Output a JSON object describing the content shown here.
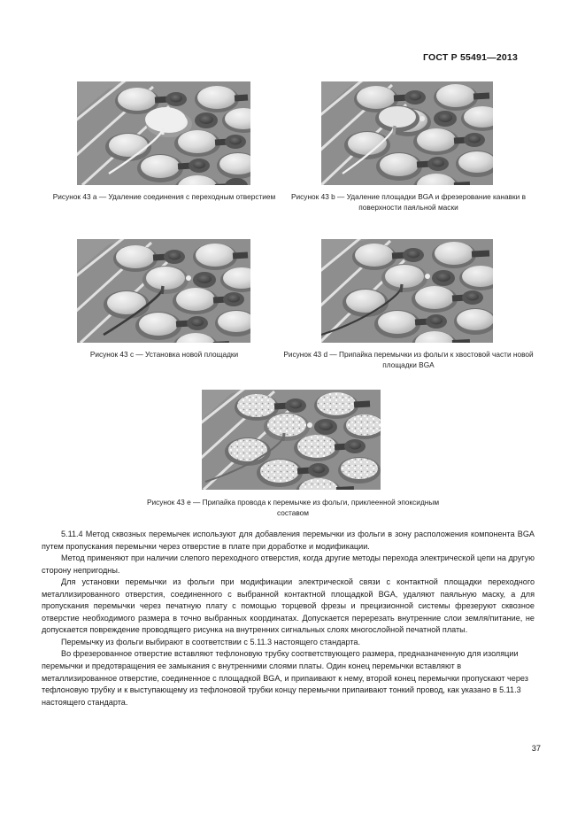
{
  "document": {
    "standard_header": "ГОСТ Р 55491—2013",
    "page_number": "37"
  },
  "figures": [
    {
      "id": "a",
      "name": "figure-43a",
      "caption": "Рисунок 43 a — Удаление соединения с переходным отверстием",
      "alt": "bga-board-photo-a"
    },
    {
      "id": "b",
      "name": "figure-43b",
      "caption": "Рисунок 43 b — Удаление площадки BGA и фрезерование канавки в поверхности паяльной маски",
      "alt": "bga-board-photo-b"
    },
    {
      "id": "c",
      "name": "figure-43c",
      "caption": "Рисунок 43 c — Установка новой площадки",
      "alt": "bga-board-photo-c"
    },
    {
      "id": "d",
      "name": "figure-43d",
      "caption": "Рисунок 43 d — Припайка перемычки из фольги к хвостовой части новой площадки BGA",
      "alt": "bga-board-photo-d"
    },
    {
      "id": "e",
      "name": "figure-43e",
      "caption": "Рисунок 43 e — Припайка провода к перемычке из фольги, приклеенной  эпоксидным составом",
      "alt": "bga-board-photo-e"
    }
  ],
  "body": {
    "paragraphs": [
      "5.11.4 Метод сквозных перемычек используют для добавления перемычки из фольги в зону расположения компонента BGA путем пропускания перемычки через отверстие в плате при доработке и модификации.",
      "Метод применяют при наличии слепого переходного отверстия, когда другие методы перехода электрической цепи на другую сторону непригодны.",
      "Для установки перемычки из фольги при модификации электрической связи с контактной площадки переходного металлизированного отверстия, соединенного с выбранной контактной площадкой BGA, удаляют паяльную маску, а для пропускания перемычки через печатную плату с помощью торцевой фрезы и прецизионной системы фрезеруют сквозное отверстие необходимого размера в точно выбранных координатах. Допускается перерезать внутренние слои земля/питание, не допускается повреждение проводящего рисунка на внутренних сигнальных слоях многослойной печатной платы.",
      "Перемычку из фольги выбирают в соответствии с 5.11.3 настоящего стандарта.",
      "Во фрезерованное отверстие вставляют тефлоновую трубку соответствующего размера, предназначенную для изоляции перемычки и предотвращения ее замыкания с внутренними слоями платы. Один конец перемычки вставляют в металлизированное отверстие, соединенное с площадкой BGA, и припаивают к нему, второй конец перемычки пропускают через тефлоновую трубку и к выступающему из тефлоновой трубки концу перемычки припаивают тонкий провод, как указано в 5.11.3 настоящего стандарта."
    ]
  },
  "colors": {
    "board_background": "#8e8e8e",
    "pad_light": "#e8e8e8",
    "pad_dark": "#4a4a4a",
    "trace_white": "#f2f2f2",
    "text": "#1a1a1a"
  }
}
